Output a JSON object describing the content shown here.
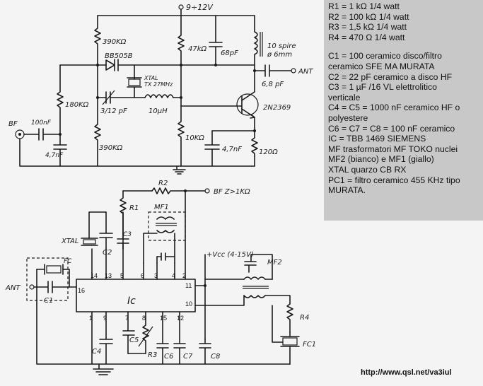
{
  "legend": {
    "resistors": [
      "R1 = 1 kΩ 1/4 watt",
      "R2 = 100 kΩ 1/4 watt",
      "R3 = 1,5 kΩ 1/4 watt",
      "R4 = 470 Ω 1/4 watt"
    ],
    "others": [
      "C1 = 100 ceramico disco/filtro",
      "ceramico SFE MA MURATA",
      "C2 = 22 pF ceramico a disco HF",
      "C3 = 1 µF /16 VL elettrolitico",
      "verticale",
      "C4 = C5 = 1000 nF ceramico HF o",
      "polyestere",
      "C6 = C7 = C8 = 100 nF ceramico",
      "IC = TBB 1469 SIEMENS",
      "MF trasformatori MF TOKO nuclei",
      "MF2 (bianco) e MF1 (giallo)",
      "XTAL quarzo CB RX",
      "PC1 = filtro ceramico 455 KHz tipo",
      "MURATA."
    ]
  },
  "url": "http://www.qsl.net/va3iul",
  "tx": {
    "supply": "9÷12V",
    "r_top_left": "390KΩ",
    "r_mid_left": "180KΩ",
    "r_bot_left": "390KΩ",
    "varicap": "BB505B",
    "xtal": "XTAL",
    "xtal_freq": "TX 27MHz",
    "trim_cap": "3/12 pF",
    "inductor": "10µH",
    "r_collector": "47kΩ",
    "c_supply": "68pF",
    "coil_1": "10 spire",
    "coil_2": "ø 6mm",
    "c_out": "6,8 pF",
    "ant": "ANT",
    "transistor": "2N2369",
    "r_base": "10KΩ",
    "c_emitter": "4,7nF",
    "r_emitter": "120Ω",
    "bf_in": "BF",
    "c_in": "100nF",
    "c_in_gnd": "4,7nF"
  },
  "rx": {
    "r2": "R2",
    "bf_out": "BF  Z>1KΩ",
    "r1": "R1",
    "mf1": "MF1",
    "xtal": "XTAL",
    "c2": "C2",
    "c3": "C3",
    "vcc": "+Vcc (4-15V)",
    "mf2": "MF2",
    "fc": "FC",
    "ant": "ANT",
    "c1": "C1",
    "ic": "Ic",
    "r4": "R4",
    "fc1": "FC1",
    "c4": "C4",
    "c5": "C5",
    "r3": "R3",
    "c6": "C6",
    "c7": "C7",
    "c8": "C8",
    "pins": [
      "14",
      "13",
      "5",
      "6",
      "3",
      "4",
      "2",
      "11",
      "16",
      "10",
      "1",
      "9",
      "7",
      "8",
      "15",
      "12"
    ]
  }
}
